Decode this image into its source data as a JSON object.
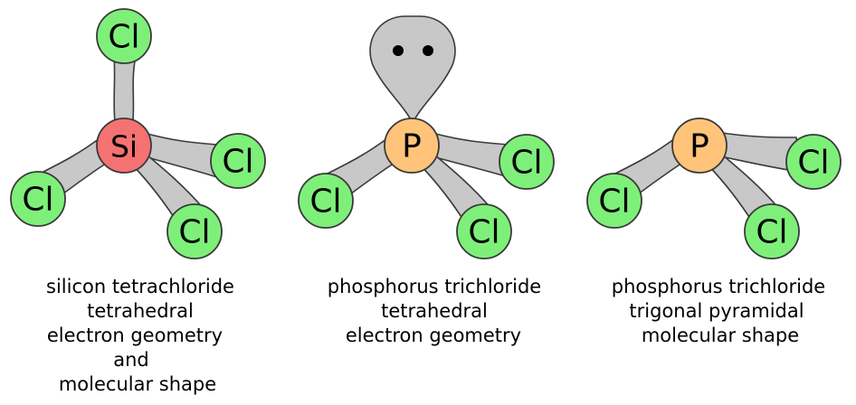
{
  "colors": {
    "silicon": "#f47272",
    "phosphorus": "#ffc47a",
    "chlorine": "#7ef07a",
    "bond": "#c8c8c8",
    "outline": "#3a3a3a"
  },
  "molecules": [
    {
      "central_atom": "Si",
      "terminal_atom": "Cl",
      "caption_lines": [
        "silicon tetrachloride",
        "tetrahedral",
        "electron geometry",
        "and",
        "molecular shape"
      ]
    },
    {
      "central_atom": "P",
      "terminal_atom": "Cl",
      "lone_pair": "lone-pair",
      "caption_lines": [
        "phosphorus trichloride",
        "tetrahedral",
        "electron geometry"
      ]
    },
    {
      "central_atom": "P",
      "terminal_atom": "Cl",
      "caption_lines": [
        "phosphorus trichloride",
        "trigonal pyramidal",
        "molecular shape"
      ]
    }
  ]
}
